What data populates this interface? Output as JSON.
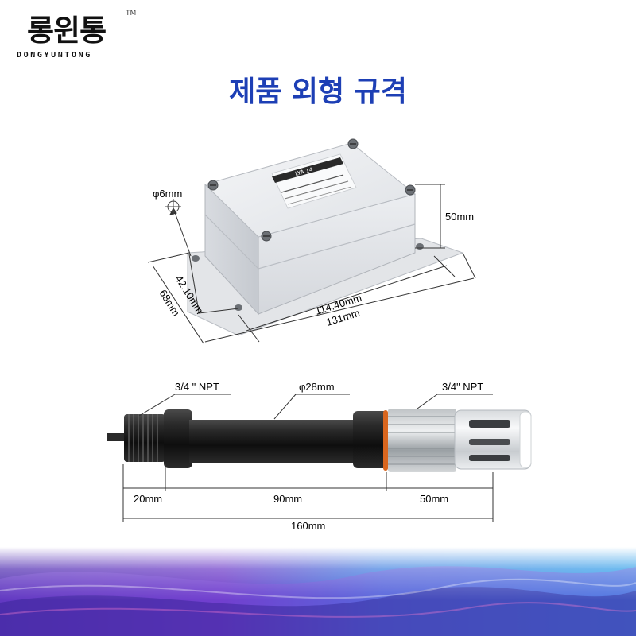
{
  "brand": {
    "name": "롱윈통",
    "subtitle": "DONGYUNTONG",
    "tm": "TM"
  },
  "title": "제품 외형 규격",
  "enclosure": {
    "label_line1": "LYA 14",
    "hole_label": "φ6mm",
    "height_label": "50mm",
    "inner_width_label": "114.40mm",
    "outer_width_label": "131mm",
    "inner_depth_label": "42.10mm",
    "outer_depth_label": "68mm"
  },
  "probe": {
    "thread_left_label": "3/4 \" NPT",
    "diameter_label": "φ28mm",
    "thread_right_label": "3/4\" NPT",
    "seg1_label": "20mm",
    "seg2_label": "90mm",
    "seg3_label": "50mm",
    "total_label": "160mm"
  },
  "colors": {
    "title": "#1d3fb5",
    "enclosure_body": "#e9ebee",
    "probe_body": "#1c1c1c",
    "o_ring": "#d9661e",
    "footer_purple": "#5b2fb8",
    "footer_blue": "#3fa0e6"
  }
}
